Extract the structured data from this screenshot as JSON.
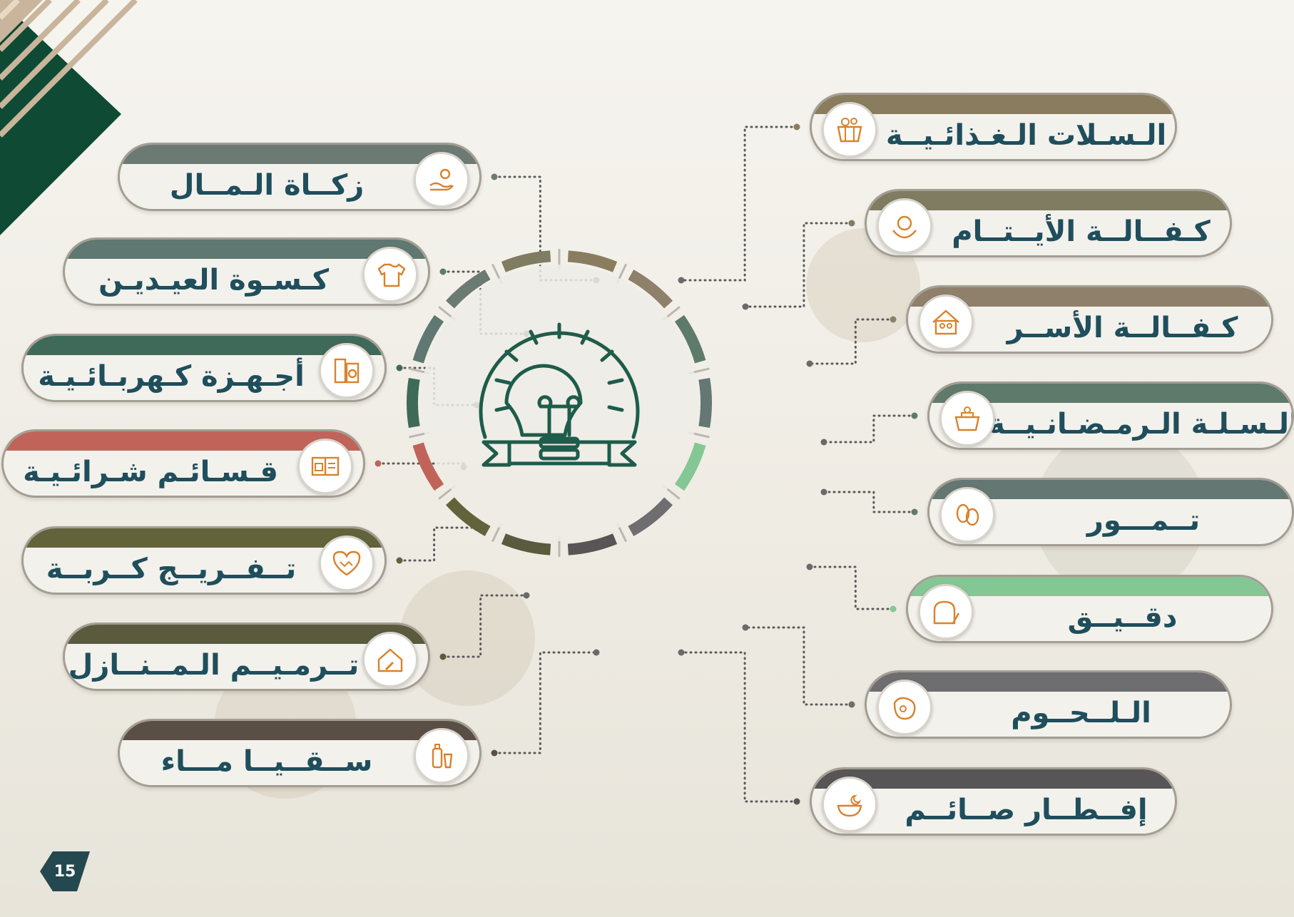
{
  "page": {
    "number": "15"
  },
  "hub": {
    "icon": "lightbulb-ribbon-icon",
    "color": "#1e5c4b"
  },
  "left_items": [
    {
      "label": "زكــاة الـمــال",
      "color": "#6c7a74",
      "icon": "charity-hand-icon"
    },
    {
      "label": "كـسـوة العيـديـن",
      "color": "#5f7871",
      "icon": "clothes-icon"
    },
    {
      "label": "أجـهـزة كـهربـائـيـة",
      "color": "#3f6a5a",
      "icon": "appliances-icon"
    },
    {
      "label": "قـسـائـم شـرائـيـة",
      "color": "#c0645a",
      "icon": "voucher-icon"
    },
    {
      "label": "تــفــريــج كــربــة",
      "color": "#63633b",
      "icon": "heart-handshake-icon"
    },
    {
      "label": "تــرمـيــم الـمــنــازل",
      "color": "#5a5a3e",
      "icon": "house-repair-icon"
    },
    {
      "label": "ســقــيــا مـــاء",
      "color": "#5a4f45",
      "icon": "water-bottle-icon"
    }
  ],
  "right_items": [
    {
      "label": "الـسـلات الـغـذائـيــة",
      "color": "#8a7d5f",
      "icon": "food-basket-icon"
    },
    {
      "label": "كـفــالــة الأيــتــام",
      "color": "#7f7c62",
      "icon": "orphan-care-icon"
    },
    {
      "label": "كـفــالــة الأســر",
      "color": "#8f806b",
      "icon": "family-home-icon"
    },
    {
      "label": "الـسـلـة الـرمـضـانـيــة",
      "color": "#5e7a6b",
      "icon": "ramadan-basket-icon"
    },
    {
      "label": "تــمـــور",
      "color": "#647772",
      "icon": "dates-icon"
    },
    {
      "label": "دقــيــق",
      "color": "#84c794",
      "icon": "bread-wheat-icon"
    },
    {
      "label": "الـلــحــوم",
      "color": "#6e6d6f",
      "icon": "meat-icon"
    },
    {
      "label": "إفــطــار صــائــم",
      "color": "#575555",
      "icon": "iftar-meal-icon"
    }
  ],
  "ring_colors": [
    "#8a7d5f",
    "#8f806b",
    "#5e7a6b",
    "#647772",
    "#84c794",
    "#6e6d6f",
    "#575555",
    "#5a5a3e",
    "#63633b",
    "#c0645a",
    "#3f6a5a",
    "#5f7871",
    "#6c7a74",
    "#7f7c62"
  ]
}
